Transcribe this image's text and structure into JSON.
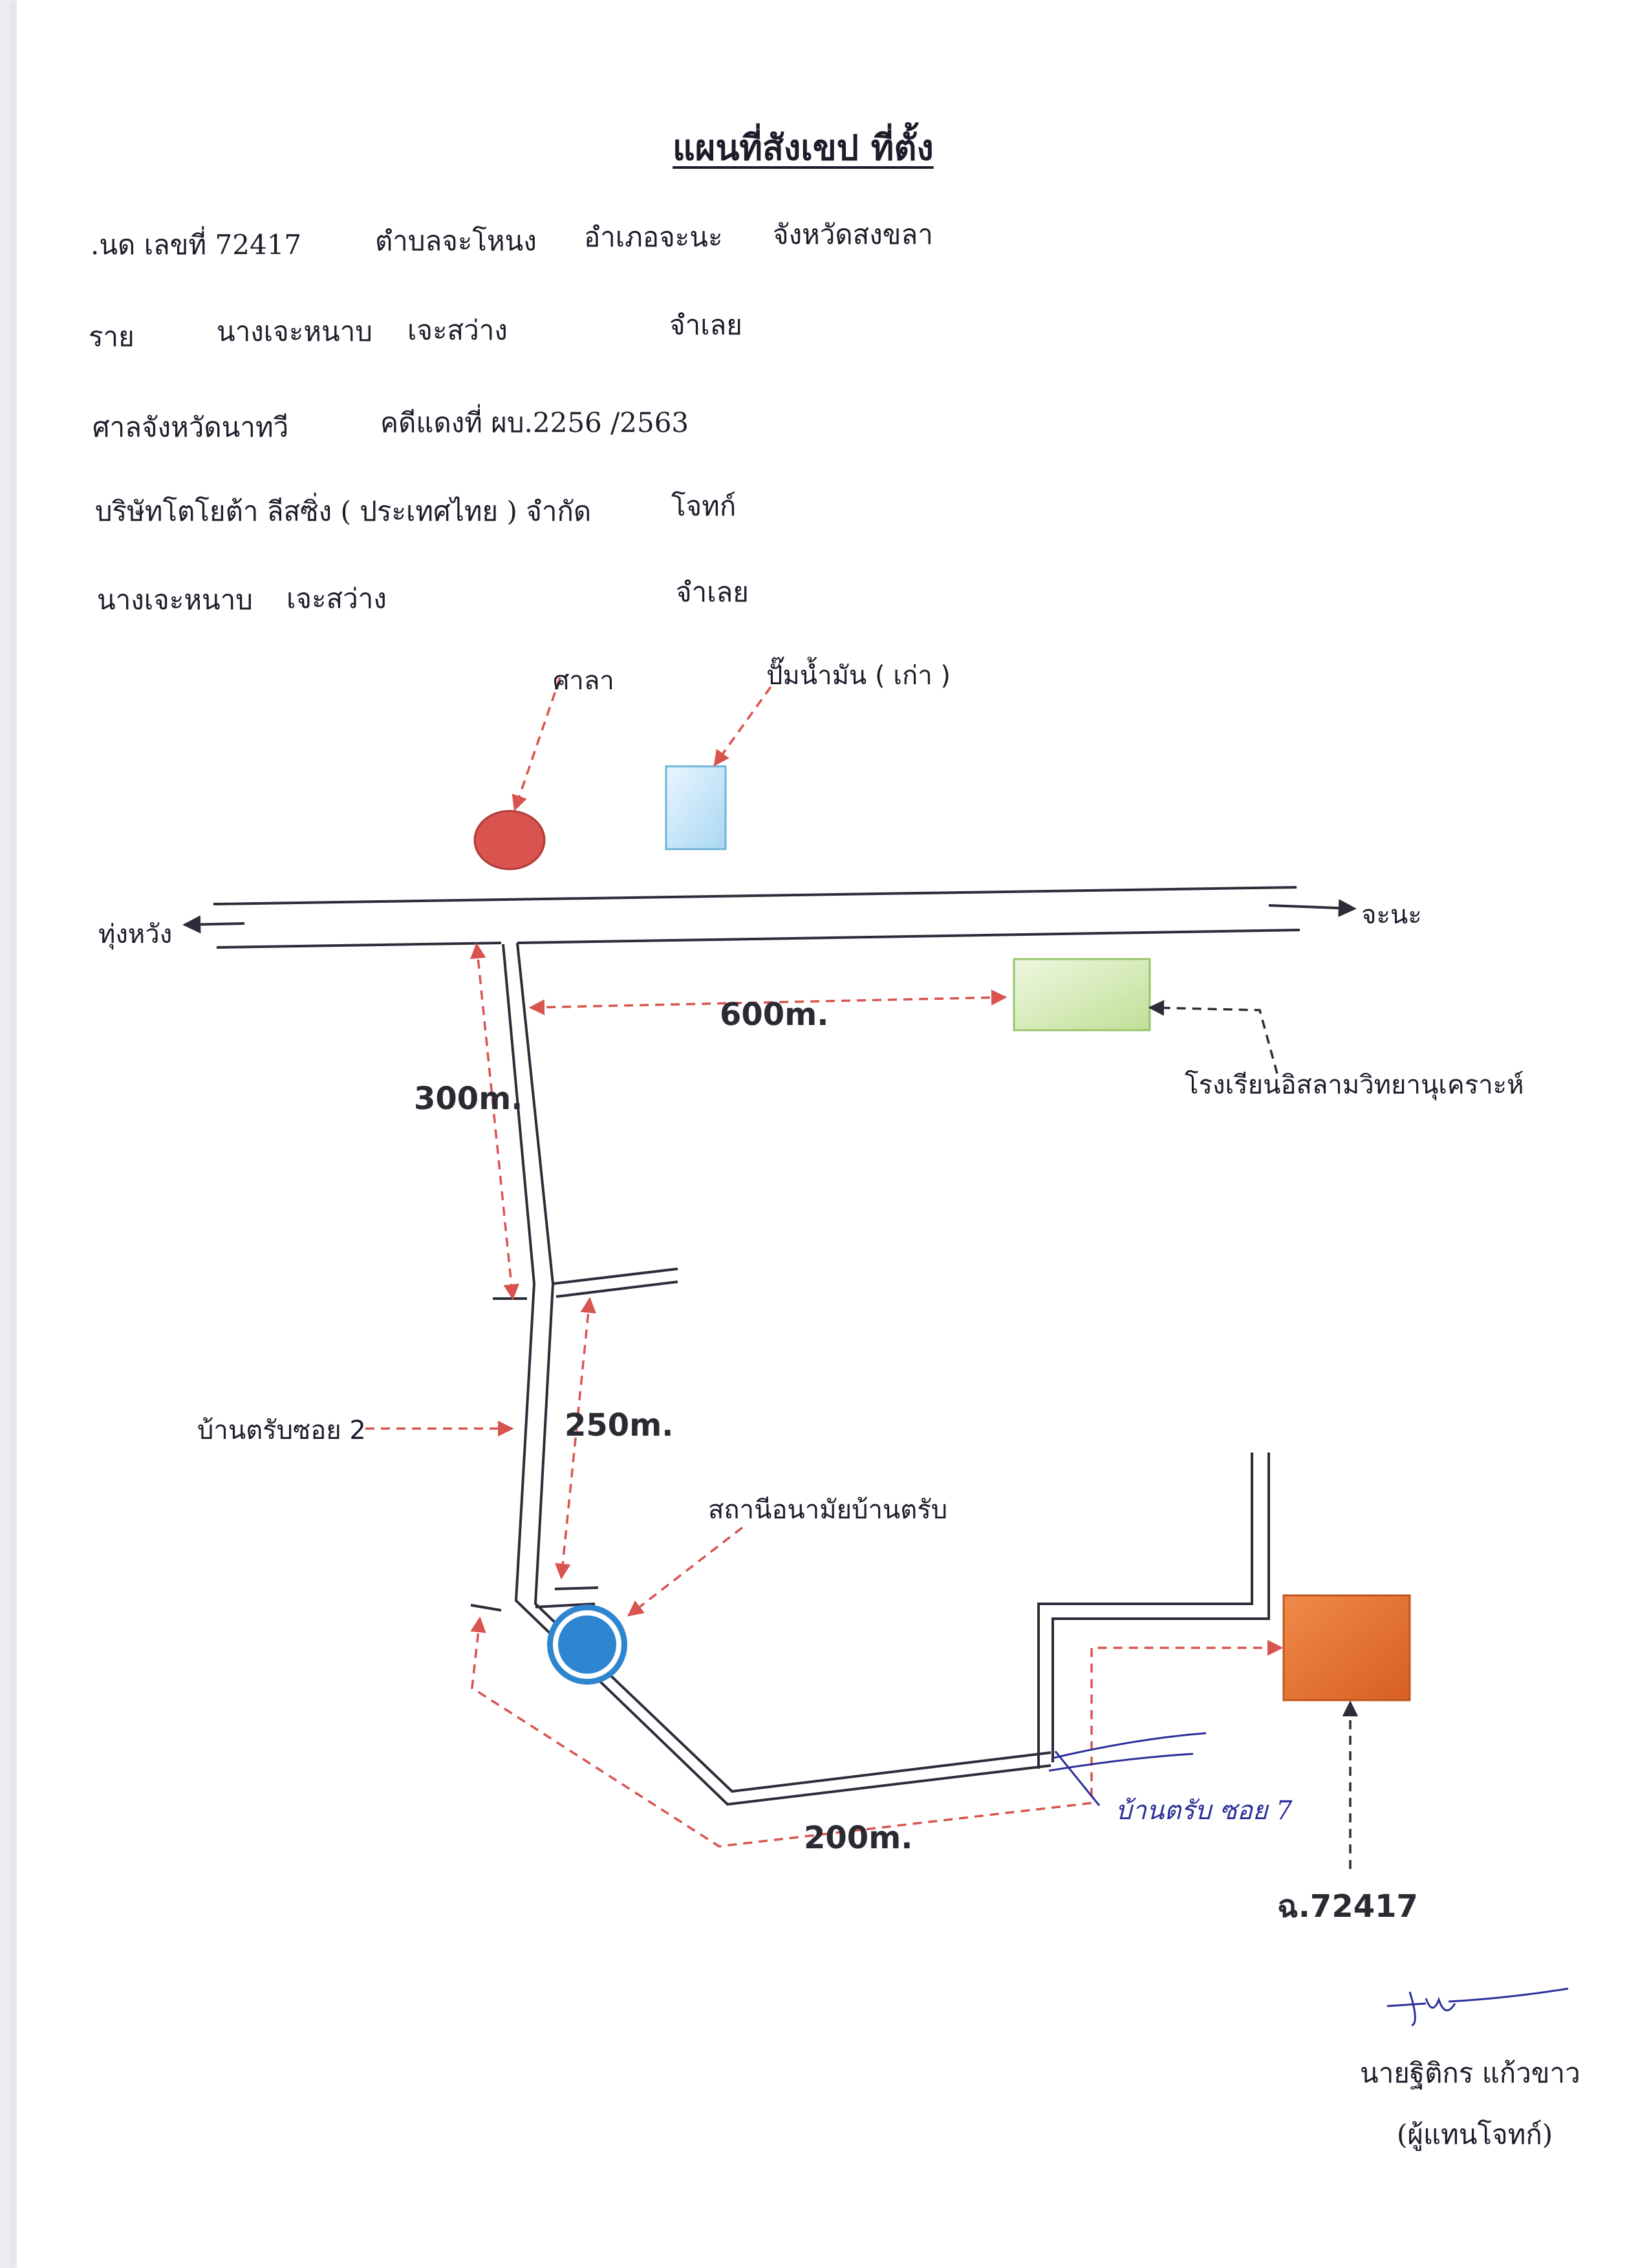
{
  "header": {
    "title": "แผนที่สังเขป  ที่ตั้ง",
    "deed_line": ".นด เลขที่  72417",
    "subdistrict": "ตำบลจะโหนง",
    "district": "อำเภอจะนะ",
    "province": "จังหวัดสงขลา",
    "owner_prefix": "ราย",
    "owner_name": "นางเจะหนาบ",
    "owner_surname": "เจะสว่าง",
    "owner_role": "จำเลย",
    "court": "ศาลจังหวัดนาทวี",
    "case_no": "คดีแดงที่ ผบ.2256  /2563",
    "plaintiff": "บริษัทโตโยต้า ลีสซิ่ง ( ประเทศไทย ) จำกัด",
    "plaintiff_role": "โจทก์",
    "defendant_name": "นางเจะหนาบ",
    "defendant_surname": "เจะสว่าง",
    "defendant_role": "จำเลย"
  },
  "map": {
    "pavilion": "ศาลา",
    "gas_station": "ปั๊มน้ำมัน  ( เก่า )",
    "left_dest": "ทุ่งหวัง",
    "right_dest": "จะนะ",
    "school": "โรงเรียนอิสลามวิทยานุเคราะห์",
    "soi2": "บ้านตรับซอย 2",
    "health_station": "สถานีอนามัยบ้านตรับ",
    "soi7_handwritten": "บ้านตรับ  ซอย 7",
    "deed_marker": "ฉ.72417",
    "distances": {
      "d600": "600m.",
      "d300": "300m.",
      "d250": "250m.",
      "d200": "200m."
    },
    "colors": {
      "pavilion": "#d9534f",
      "gas_station": "#cfe9f8",
      "school": "#d4eab8",
      "health_station": "#2e86d0",
      "deed_plot": "#e8702e",
      "route_arrow": "#d9534f",
      "road": "#2c2c3a"
    }
  },
  "signature": {
    "name": "นายฐิติกร  แก้วขาว",
    "role": "(ผู้แทนโจทก์)"
  }
}
